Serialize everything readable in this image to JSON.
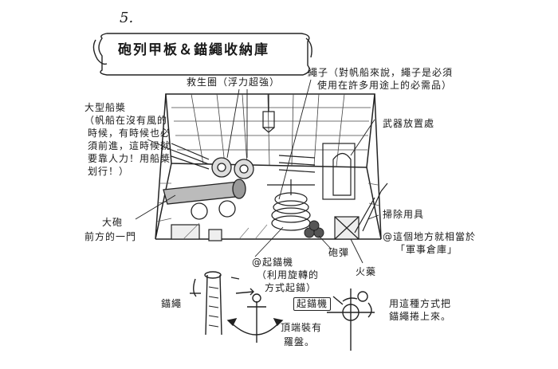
{
  "page_number": "5.",
  "title": "砲列甲板＆錨繩收納庫",
  "labels": {
    "lifebuoy": "救生圈（浮力超強）",
    "rope_line1": "繩子（對帆船來說，繩子是必須",
    "rope_line2": "使用在許多用途上的必需品）",
    "weapons": "武器放置處",
    "oar_title": "大型船槳",
    "oar_lines": [
      "（帆船在沒有風的",
      "時候，有時候也必",
      "須前進，這時候就",
      "要靠人力！用船槳",
      "划行！）"
    ],
    "cannon_line1": "大砲",
    "cannon_line2": "前方的一門",
    "cleaning": "掃除用具",
    "armory_line1": "@這個地方就相當於",
    "armory_line2": "「軍事倉庫」",
    "cannonball": "砲彈",
    "gunpowder": "火藥",
    "capstan_line1": "@起錨機",
    "capstan_line2": "（利用旋轉的",
    "capstan_line3": "方式起錨）",
    "anchor_rope": "錨繩",
    "capstan_box": "起錨機",
    "compass_line1": "頂端裝有",
    "compass_line2": "羅盤。",
    "winding_line1": "用這種方式把",
    "winding_line2": "錨繩捲上來。"
  },
  "colors": {
    "ink": "#1a1a1a",
    "paper": "#ffffff",
    "shade": "#8a8a8a"
  }
}
